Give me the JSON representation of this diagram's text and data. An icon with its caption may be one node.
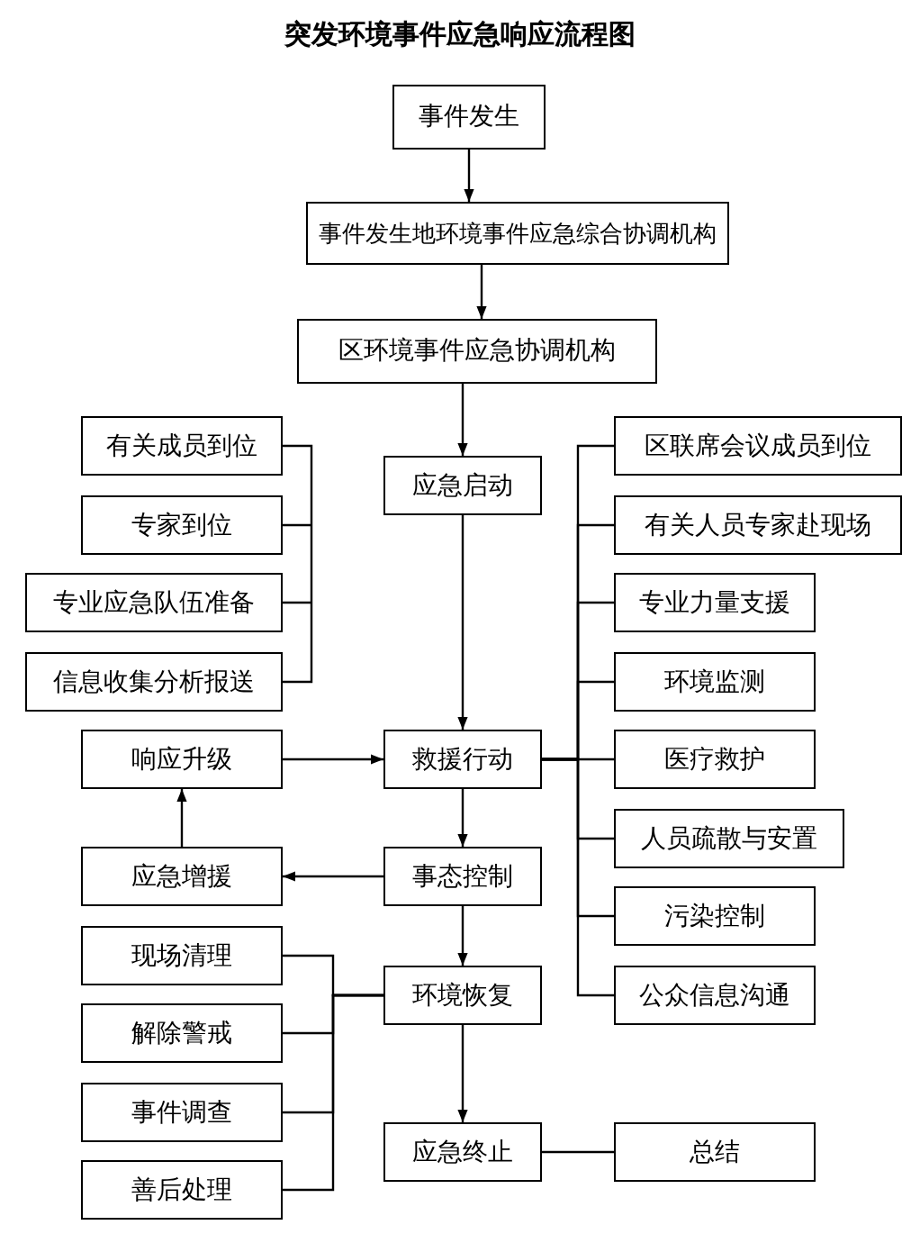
{
  "diagram": {
    "title": "突发环境事件应急响应流程图",
    "nodes": [
      {
        "text": [
          "事件发生"
        ]
      },
      {
        "text": [
          "事件发生地环境事件应急综合协调机构"
        ]
      },
      {
        "text": [
          "区环境事件应急协调机构"
        ]
      },
      {
        "text": [
          "有关成员到位"
        ]
      },
      {
        "text": [
          "专家到位"
        ]
      },
      {
        "text": [
          "专业应急队伍准备"
        ]
      },
      {
        "text": [
          "信息收集分析报送"
        ]
      },
      {
        "text": [
          "应急启动"
        ]
      },
      {
        "text": [
          "区联席会议成员到位"
        ]
      },
      {
        "text": [
          "有关人员专家赴现场"
        ]
      },
      {
        "text": [
          "专业力量支援"
        ]
      },
      {
        "text": [
          "环境监测"
        ]
      },
      {
        "text": [
          "医疗救护"
        ]
      },
      {
        "text": [
          "人员疏散与安置"
        ]
      },
      {
        "text": [
          "污染控制"
        ]
      },
      {
        "text": [
          "公众信息沟通"
        ]
      },
      {
        "text": [
          "响应升级"
        ]
      },
      {
        "text": [
          "救援行动"
        ]
      },
      {
        "text": [
          "应急增援"
        ]
      },
      {
        "text": [
          "事态控制"
        ]
      },
      {
        "text": [
          "现场清理"
        ]
      },
      {
        "text": [
          "环境恢复"
        ]
      },
      {
        "text": [
          "解除警戒"
        ]
      },
      {
        "text": [
          "事件调查"
        ]
      },
      {
        "text": [
          "善后处理"
        ]
      },
      {
        "text": [
          "应急终止"
        ]
      },
      {
        "text": [
          "总结"
        ]
      }
    ],
    "edges": [
      {
        "from": 0,
        "to": 1,
        "arrow": "to"
      },
      {
        "from": 1,
        "to": 2,
        "arrow": "to"
      },
      {
        "from": 2,
        "to": 7,
        "arrow": "to"
      },
      {
        "from": 7,
        "to": 17,
        "arrow": "to"
      },
      {
        "from": 17,
        "to": 8,
        "arrow": "none"
      },
      {
        "from": 17,
        "to": 9,
        "arrow": "none"
      },
      {
        "from": 17,
        "to": 10,
        "arrow": "none"
      },
      {
        "from": 17,
        "to": 11,
        "arrow": "none"
      },
      {
        "from": 17,
        "to": 12,
        "arrow": "none"
      },
      {
        "from": 17,
        "to": 13,
        "arrow": "none"
      },
      {
        "from": 17,
        "to": 14,
        "arrow": "none"
      },
      {
        "from": 17,
        "to": 15,
        "arrow": "none"
      },
      {
        "from": 16,
        "to": 17,
        "arrow": "to"
      },
      {
        "from": 17,
        "to": 19,
        "arrow": "to"
      },
      {
        "from": 19,
        "to": 18,
        "arrow": "to"
      },
      {
        "from": 18,
        "to": 16,
        "arrow": "to"
      },
      {
        "from": 19,
        "to": 21,
        "arrow": "to"
      },
      {
        "from": 21,
        "to": 20,
        "arrow": "none"
      },
      {
        "from": 21,
        "to": 22,
        "arrow": "none"
      },
      {
        "from": 21,
        "to": 23,
        "arrow": "none"
      },
      {
        "from": 21,
        "to": 24,
        "arrow": "none"
      },
      {
        "from": 21,
        "to": 25,
        "arrow": "to"
      },
      {
        "from": 25,
        "to": 26,
        "arrow": "none"
      }
    ]
  }
}
